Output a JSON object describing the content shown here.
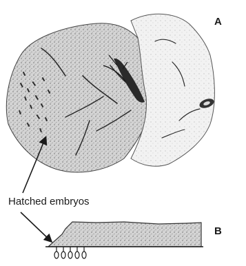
{
  "labels": {
    "panel_a": "A",
    "panel_b": "B",
    "embryos": "Hatched embryos"
  },
  "colors": {
    "ink": "#1a1a1a",
    "stipple": "#6e6e6e",
    "tissue": "#bfbfbf"
  }
}
